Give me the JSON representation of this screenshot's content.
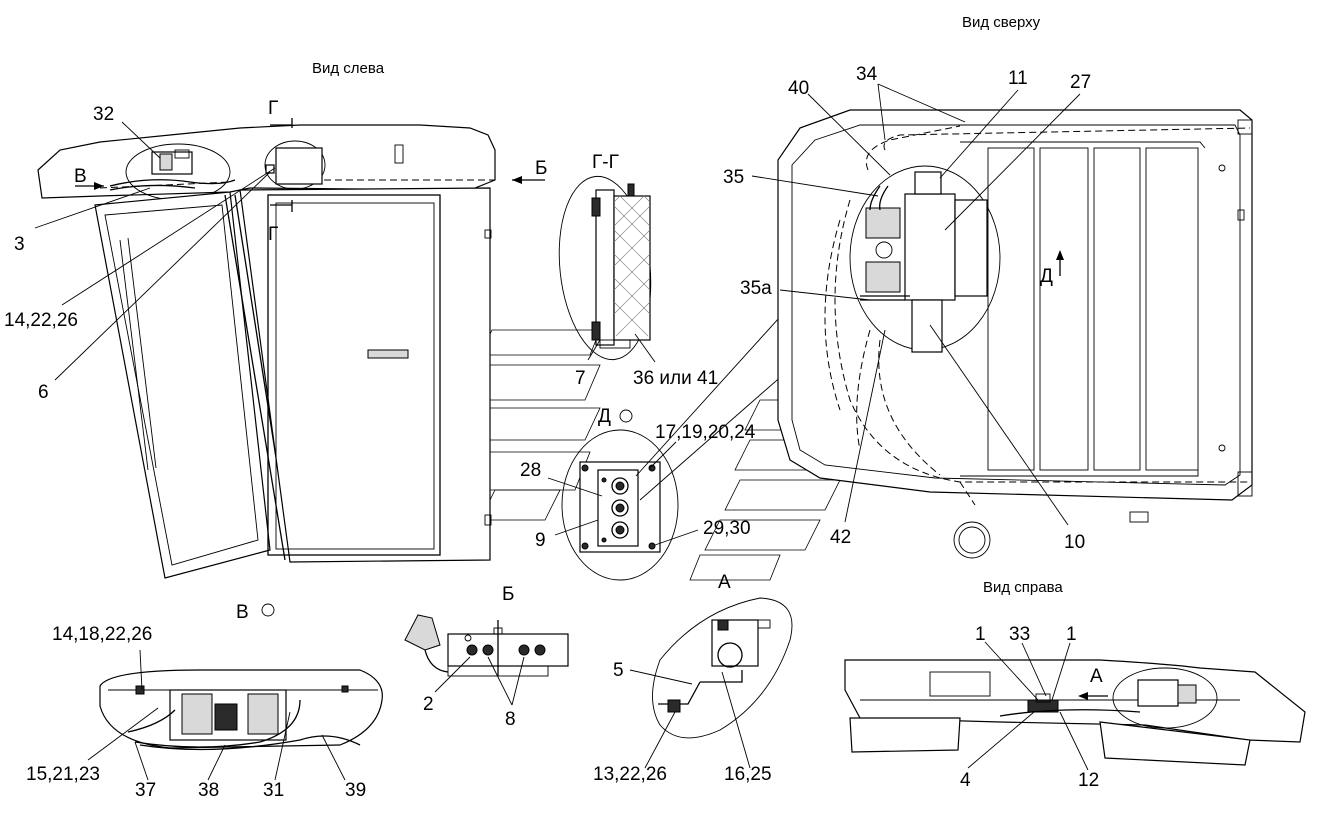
{
  "views": {
    "left": "Вид слева",
    "top": "Вид сверху",
    "right": "Вид справа",
    "section": "Г-Г",
    "V": "В",
    "B": "Б",
    "A": "А",
    "D": "Д",
    "G": "Г"
  },
  "labels": {
    "l32": "32",
    "lV": "В",
    "l3": "3",
    "l142226": "14,22,26",
    "l6": "6",
    "lG1": "Г",
    "lG2": "Г",
    "lB": "Б",
    "l7": "7",
    "l36": "36 или 41",
    "l40": "40",
    "l34": "34",
    "l11": "11",
    "l27": "27",
    "l35": "35",
    "l35a": "35а",
    "lD": "Д",
    "l10": "10",
    "l42": "42",
    "lD2": "Д",
    "l17": "17,19,20,24",
    "l28": "28",
    "l9": "9",
    "l2930": "29,30",
    "lV2": "В",
    "l14182226": "14,18,22,26",
    "l152123": "15,21,23",
    "l37": "37",
    "l38": "38",
    "l31": "31",
    "l39": "39",
    "lB2": "Б",
    "l2": "2",
    "l8": "8",
    "lA": "А",
    "l5": "5",
    "l132226": "13,22,26",
    "l1625": "16,25",
    "l1a": "1",
    "l33": "33",
    "l1b": "1",
    "lA2": "А",
    "l4": "4",
    "l12": "12"
  }
}
